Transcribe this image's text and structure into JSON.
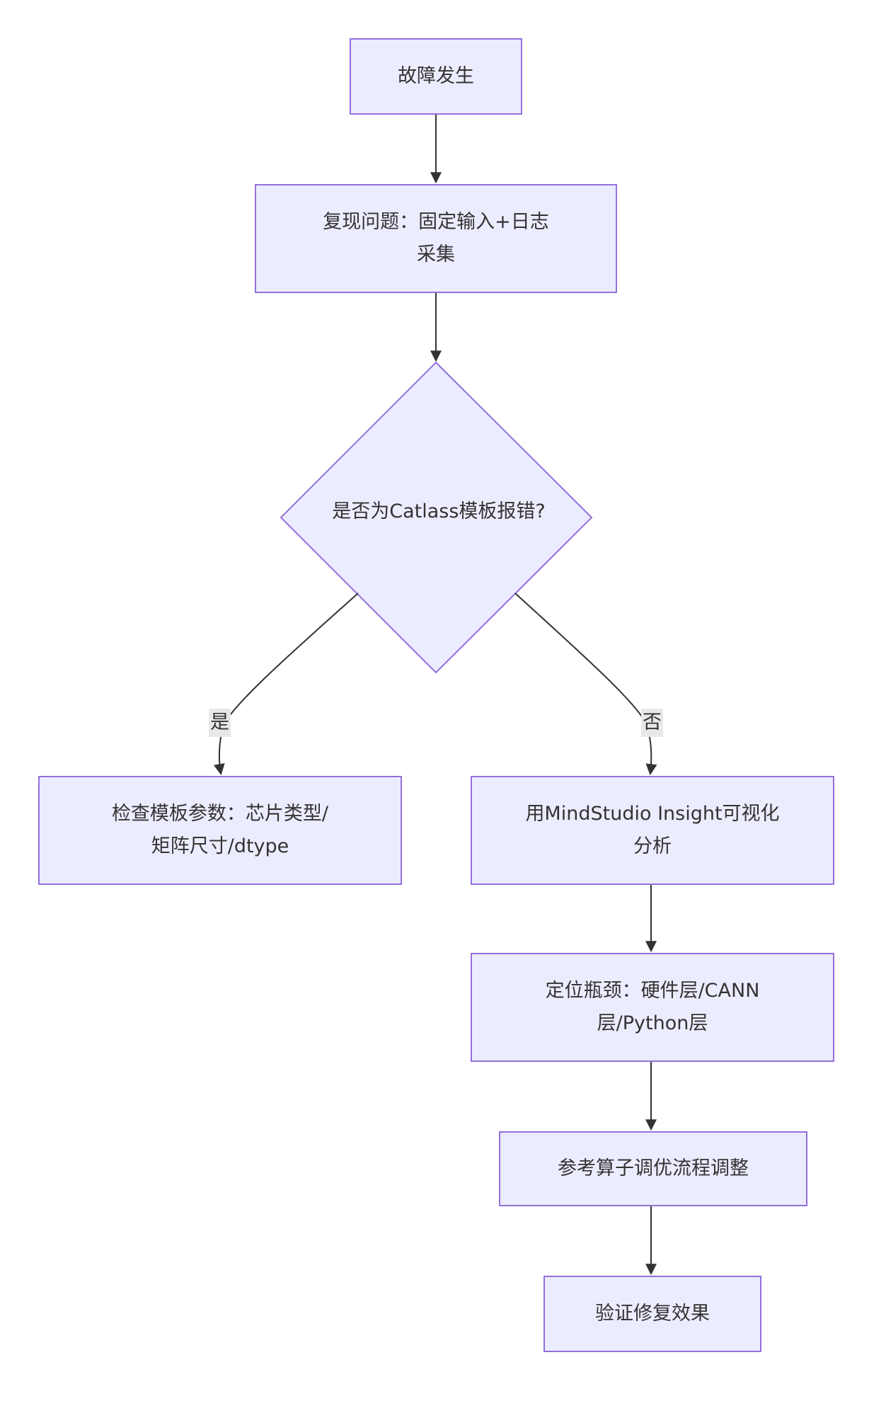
{
  "diagram": {
    "nodes": {
      "start": "故障发生",
      "reproduce": [
        "复现问题：固定输入+日志",
        "采集"
      ],
      "decision": "是否为Catlass模板报错?",
      "check_template": [
        "检查模板参数：芯片类型/",
        "矩阵尺寸/dtype"
      ],
      "insight": [
        "用MindStudio Insight可视化",
        "分析"
      ],
      "locate": [
        "定位瓶颈：硬件层/CANN",
        "层/Python层"
      ],
      "tune": "参考算子调优流程调整",
      "verify": "验证修复效果"
    },
    "edges": {
      "yes_label": "是",
      "no_label": "否"
    },
    "colors": {
      "node_fill": "#ececff",
      "node_border": "#9370db",
      "edge": "#333333",
      "edge_label_bg": "#e8e8e8"
    }
  }
}
